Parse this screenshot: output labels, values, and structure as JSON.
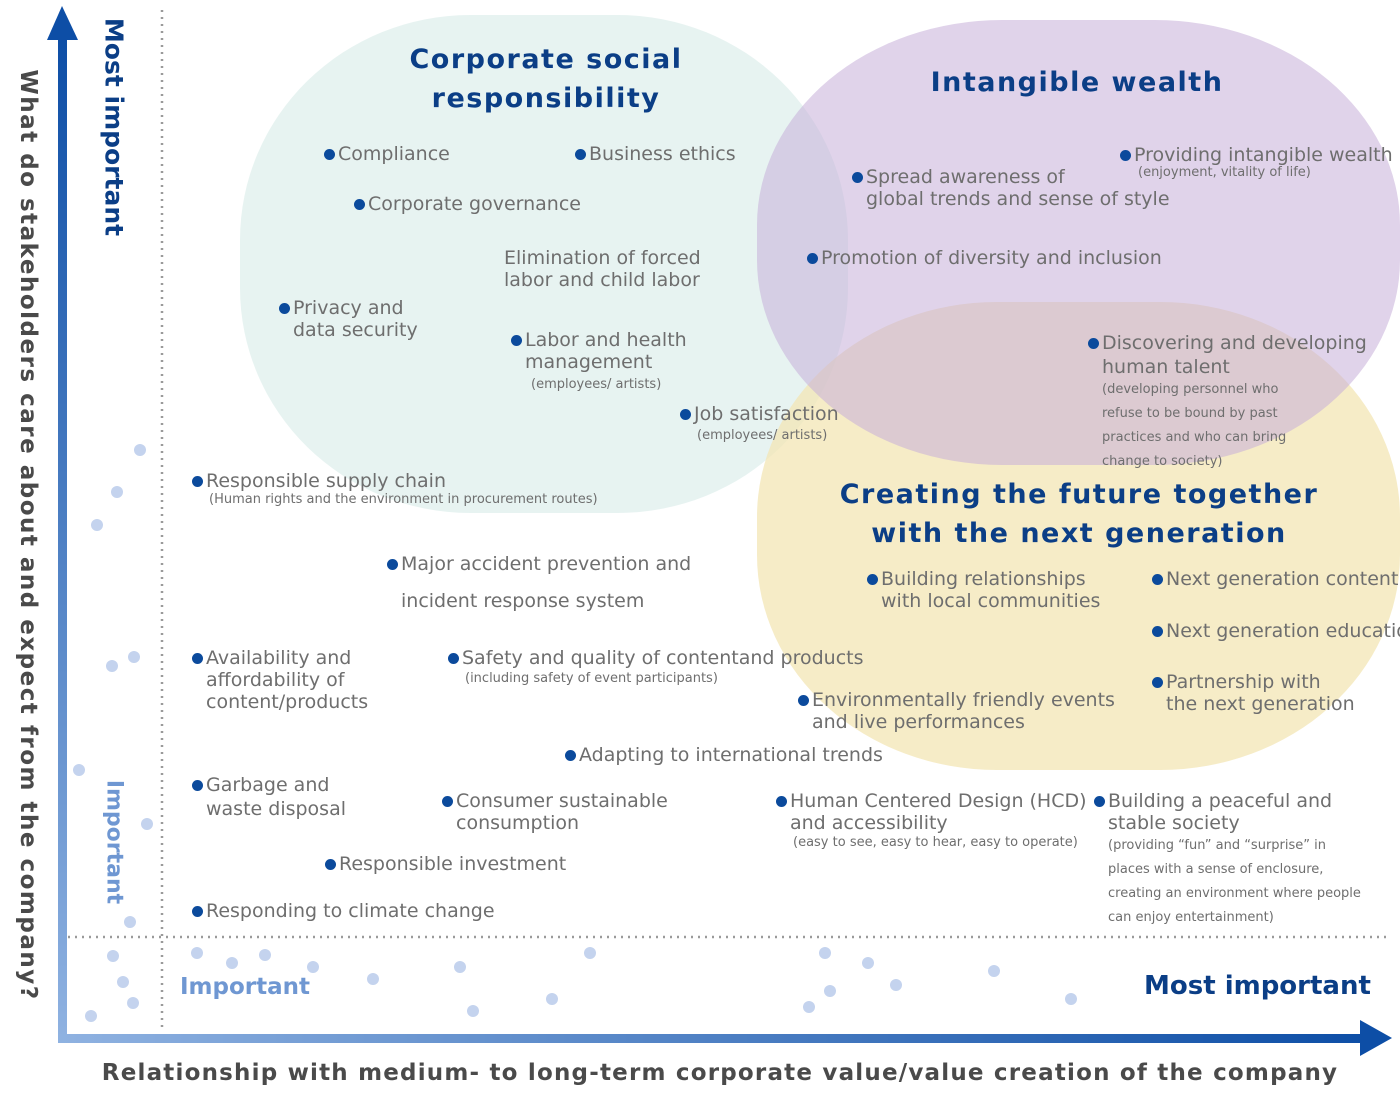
{
  "axes": {
    "x_title": "Relationship with medium- to long-term corporate value/value creation of the company",
    "y_title": "What do stakeholders care about and expect from the company?",
    "y_top": "Most important",
    "y_low": "Important",
    "x_low": "Important",
    "x_high": "Most important"
  },
  "groups": {
    "csr": {
      "l1": "Corporate social",
      "l2": "responsibility"
    },
    "intangible": {
      "l1": "Intangible wealth"
    },
    "future": {
      "l1": "Creating the future together",
      "l2": "with the next generation"
    }
  },
  "colors": {
    "csr": "#e3f1ee",
    "intangible": "#d3bfe0",
    "future": "#f3e6b4",
    "dot": "#0b4a9c",
    "title": "#0b3e86",
    "axis_dark": "#0d4ea6",
    "axis_light": "#8fb2e1"
  },
  "items": {
    "compliance": {
      "l1": "Compliance"
    },
    "business_ethics": {
      "l1": "Business ethics"
    },
    "corp_gov": {
      "l1": "Corporate governance"
    },
    "forced_labor": {
      "l1": "Elimination of forced",
      "l2": "labor and child labor"
    },
    "privacy": {
      "l1": "Privacy and",
      "l2": "data security"
    },
    "labor_health": {
      "l1": "Labor and health",
      "l2": "management",
      "sub": "(employees/ artists)"
    },
    "job_sat": {
      "l1": "Job satisfaction",
      "sub": "(employees/ artists)"
    },
    "supply_chain": {
      "l1": "Responsible supply chain",
      "sub": "(Human rights and the environment in procurement routes)"
    },
    "major_accident": {
      "l1": "Major accident prevention and",
      "l2": "incident response system"
    },
    "availability": {
      "l1": "Availability and",
      "l2": "affordability of",
      "l3": "content/products"
    },
    "safety_quality": {
      "l1": "Safety and quality of contentand products",
      "sub": "(including safety of event participants)"
    },
    "env_events": {
      "l1": "Environmentally friendly events",
      "l2": "and live performances"
    },
    "intl_trends": {
      "l1": "Adapting to international trends"
    },
    "garbage": {
      "l1": "Garbage and",
      "l2": "waste disposal"
    },
    "consumer": {
      "l1": "Consumer sustainable",
      "l2": "consumption"
    },
    "hcd": {
      "l1": "Human Centered Design (HCD)",
      "l2": "and accessibility",
      "sub": "(easy to see, easy to hear, easy to operate)"
    },
    "peaceful": {
      "l1": "Building a peaceful and",
      "l2": "stable society",
      "sub": " (providing “fun” and “surprise” in places with a sense of enclosure, creating an environment where people can enjoy entertainment)"
    },
    "resp_invest": {
      "l1": "Responsible investment"
    },
    "climate": {
      "l1": "Responding to climate change"
    },
    "spread_awareness": {
      "l1": "Spread awareness of",
      "l2": "global trends and sense of style"
    },
    "intangible_wealth": {
      "l1": "Providing intangible wealth",
      "sub": "(enjoyment, vitality of life)"
    },
    "diversity": {
      "l1": "Promotion of diversity and inclusion"
    },
    "talent": {
      "l1": "Discovering and developing",
      "l2": "human talent",
      "sub": "(developing personnel who refuse to be bound by past practices and who can bring change to society)"
    },
    "local_comm": {
      "l1": "Building relationships",
      "l2": "with local communities"
    },
    "ng_content": {
      "l1": "Next generation content"
    },
    "ng_education": {
      "l1": "Next generation education"
    },
    "ng_partner": {
      "l1": "Partnership with",
      "l2": "the next generation"
    }
  }
}
